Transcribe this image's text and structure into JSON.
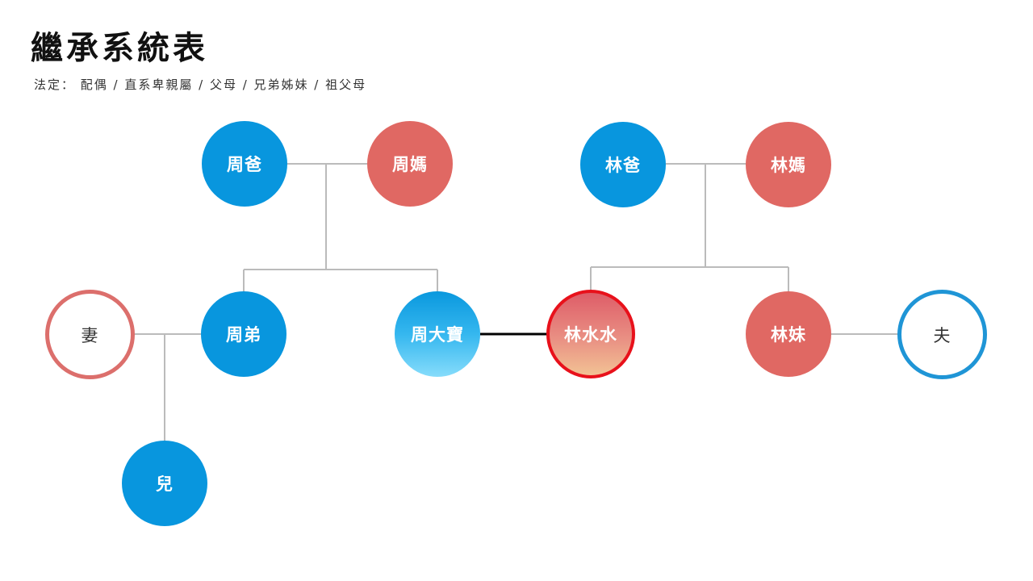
{
  "header": {
    "title": "繼承系統表",
    "subtitle": "法定： 配偶 / 直系卑親屬 / 父母 / 兄弟姊妹 / 祖父母"
  },
  "colors": {
    "male": "#0896de",
    "female": "#e06863",
    "connector": "#bbbbbb",
    "marriage_highlight": "#000000",
    "highlight_border": "#e8111b"
  },
  "nodes": {
    "zhou_dad": "周爸",
    "zhou_mom": "周媽",
    "lin_dad": "林爸",
    "lin_mom": "林媽",
    "wife": "妻",
    "zhou_brother": "周弟",
    "zhou_dabao": "周大寶",
    "lin_shuishui": "林水水",
    "lin_sister": "林妹",
    "husband": "夫",
    "son": "兒"
  }
}
